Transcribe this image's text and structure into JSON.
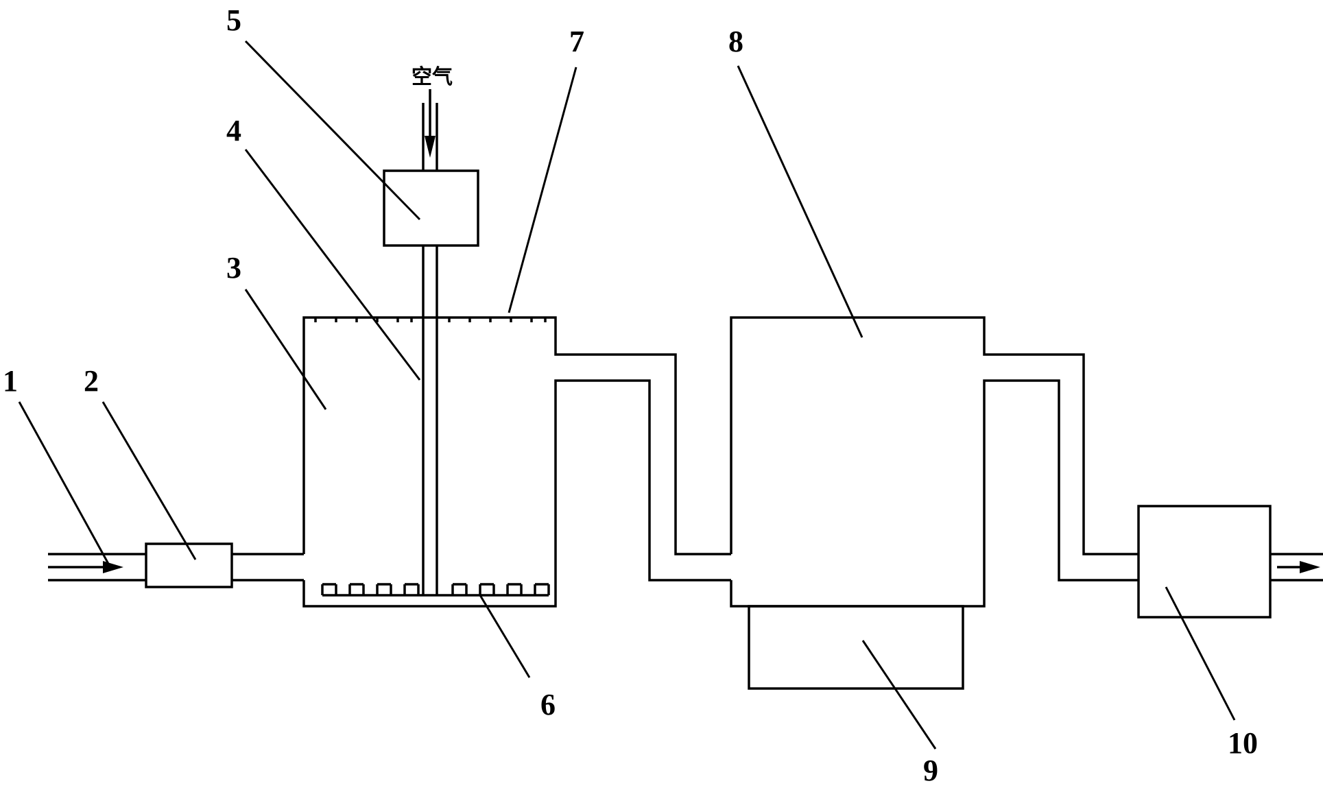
{
  "diagram": {
    "air_label": "空气",
    "labels": [
      "1",
      "2",
      "3",
      "4",
      "5",
      "6",
      "7",
      "8",
      "9",
      "10"
    ]
  }
}
